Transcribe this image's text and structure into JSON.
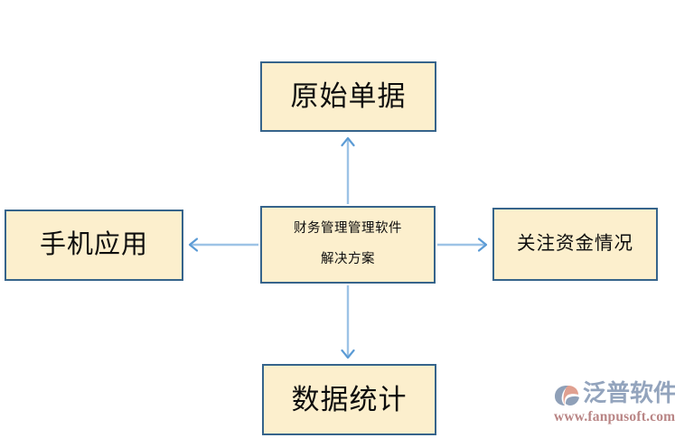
{
  "diagram": {
    "type": "radial-concept-map",
    "background_color": "#ffffff",
    "node_fill_color": "#fcefcd",
    "node_border_color": "#36648b",
    "arrow_color": "#9dc3e6",
    "center": {
      "id": "center",
      "line_1": "财务管理管理软件",
      "line_2": "解决方案"
    },
    "spokes": [
      {
        "id": "top",
        "label": "原始单据",
        "direction": "up"
      },
      {
        "id": "left",
        "label": "手机应用",
        "direction": "left"
      },
      {
        "id": "right",
        "label": "关注资金情况",
        "direction": "right"
      },
      {
        "id": "bottom",
        "label": "数据统计",
        "direction": "down"
      }
    ]
  },
  "watermark": {
    "brand": "泛普软件",
    "url": "www.fanpusoft.com",
    "logo_color_primary": "#8fa0b8",
    "logo_color_accent": "#e0a090",
    "brand_color": "#93a4bd",
    "url_color": "#b98585"
  }
}
